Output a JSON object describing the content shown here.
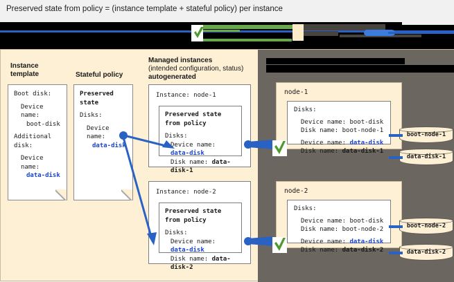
{
  "caption": {
    "text": "Preserved state from policy = (instance template + stateful policy) per instance"
  },
  "columns": {
    "instance_template": {
      "title_line1": "Instance",
      "title_line2": "template"
    },
    "stateful_policy": {
      "title_line1": "Stateful policy",
      "title_line2": ""
    },
    "managed_instances": {
      "title_line1": "Managed instances",
      "title_line2": "(intended configuration, status)",
      "title_line3": "autogenerated"
    }
  },
  "instance_template_card": {
    "line1": "Boot disk:",
    "line2": "Device name:",
    "line3": "boot-disk",
    "line4": "Additional",
    "line5": "disk:",
    "line6": "Device name:",
    "line7": "data-disk"
  },
  "stateful_policy_card": {
    "line1": "Preserved",
    "line2": "state",
    "line3": "Disks:",
    "line4": "Device name:",
    "line5": "data-disk"
  },
  "managed_instances": [
    {
      "header": "Instance: node-1",
      "preserved_title_l1": "Preserved state",
      "preserved_title_l2": "from policy",
      "disks_label": "Disks:",
      "device_name_label": "Device name:",
      "device_name_value": "data-disk",
      "disk_name_label": "Disk name:",
      "disk_name_value": "data-disk-1"
    },
    {
      "header": "Instance: node-2",
      "preserved_title_l1": "Preserved state",
      "preserved_title_l2": "from policy",
      "disks_label": "Disks:",
      "device_name_label": "Device name:",
      "device_name_value": "data-disk",
      "disk_name_label": "Disk name:",
      "disk_name_value": "data-disk-2"
    }
  ],
  "nodes": [
    {
      "name": "node-1",
      "disks_label": "Disks:",
      "boot_device_label": "Device name: boot-disk",
      "boot_disk_label": "Disk name: boot-node-1",
      "data_device_label": "Device name:",
      "data_device_value": "data-disk",
      "data_disk_label": "Disk name:",
      "data_disk_value": "data-disk-1"
    },
    {
      "name": "node-2",
      "disks_label": "Disks:",
      "boot_device_label": "Device name: boot-disk",
      "boot_disk_label": "Disk name: boot-node-2",
      "data_device_label": "Device name:",
      "data_device_value": "data-disk",
      "data_disk_label": "Disk name:",
      "data_disk_value": "data-disk-2"
    }
  ],
  "disks": [
    {
      "label": "boot-node-1"
    },
    {
      "label": "data-disk-1"
    },
    {
      "label": "boot-node-2"
    },
    {
      "label": "data-disk-2"
    }
  ],
  "icons": {
    "check": "check-icon",
    "arrow": "arrow-icon"
  },
  "colors": {
    "page_bg": "#f1f1f1",
    "diagram_bg": "#fdf0d5",
    "dark_panel": "#6b6760",
    "accent_blue": "#1a43d6",
    "connector_blue": "#2a62c4",
    "check_green": "#4e9a2f",
    "redaction": "#000000"
  }
}
